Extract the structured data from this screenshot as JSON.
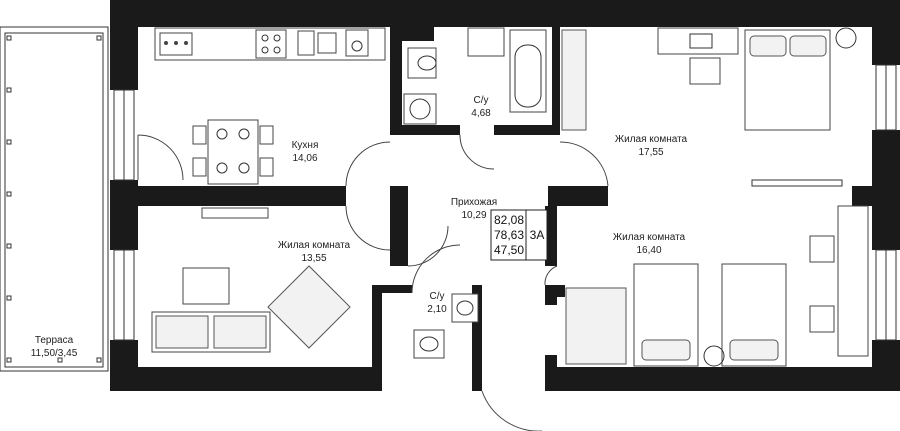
{
  "rooms": {
    "kitchen": {
      "name": "Кухня",
      "area": "14,06"
    },
    "bath_top": {
      "name": "С/у",
      "area": "4,68"
    },
    "bedroom_top": {
      "name": "Жилая комната",
      "area": "17,55"
    },
    "hall": {
      "name": "Прихожая",
      "area": "10,29"
    },
    "living": {
      "name": "Жилая комната",
      "area": "13,55"
    },
    "bedroom_bottom": {
      "name": "Жилая комната",
      "area": "16,40"
    },
    "bath_bottom": {
      "name": "С/у",
      "area": "2,10"
    },
    "terrace": {
      "name": "Терраса",
      "area": "11,50/3,45"
    }
  },
  "summary": {
    "total_area": "82,08",
    "living_area_incl": "78,63",
    "living_area": "47,50",
    "type": "3А"
  }
}
